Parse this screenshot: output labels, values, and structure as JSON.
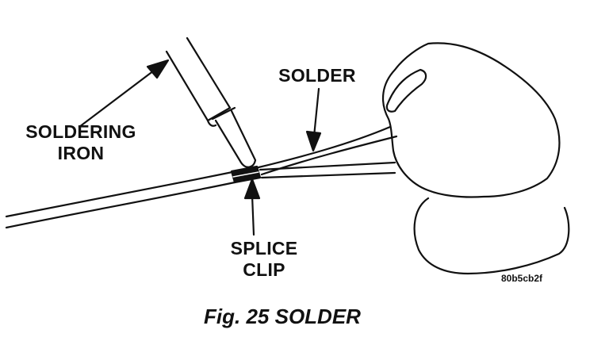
{
  "labels": {
    "soldering_iron": [
      "SOLDERING",
      "IRON"
    ],
    "solder": "SOLDER",
    "splice_clip": [
      "SPLICE",
      "CLIP"
    ]
  },
  "figure_code": "80b5cb2f",
  "caption": "Fig. 25 SOLDER"
}
